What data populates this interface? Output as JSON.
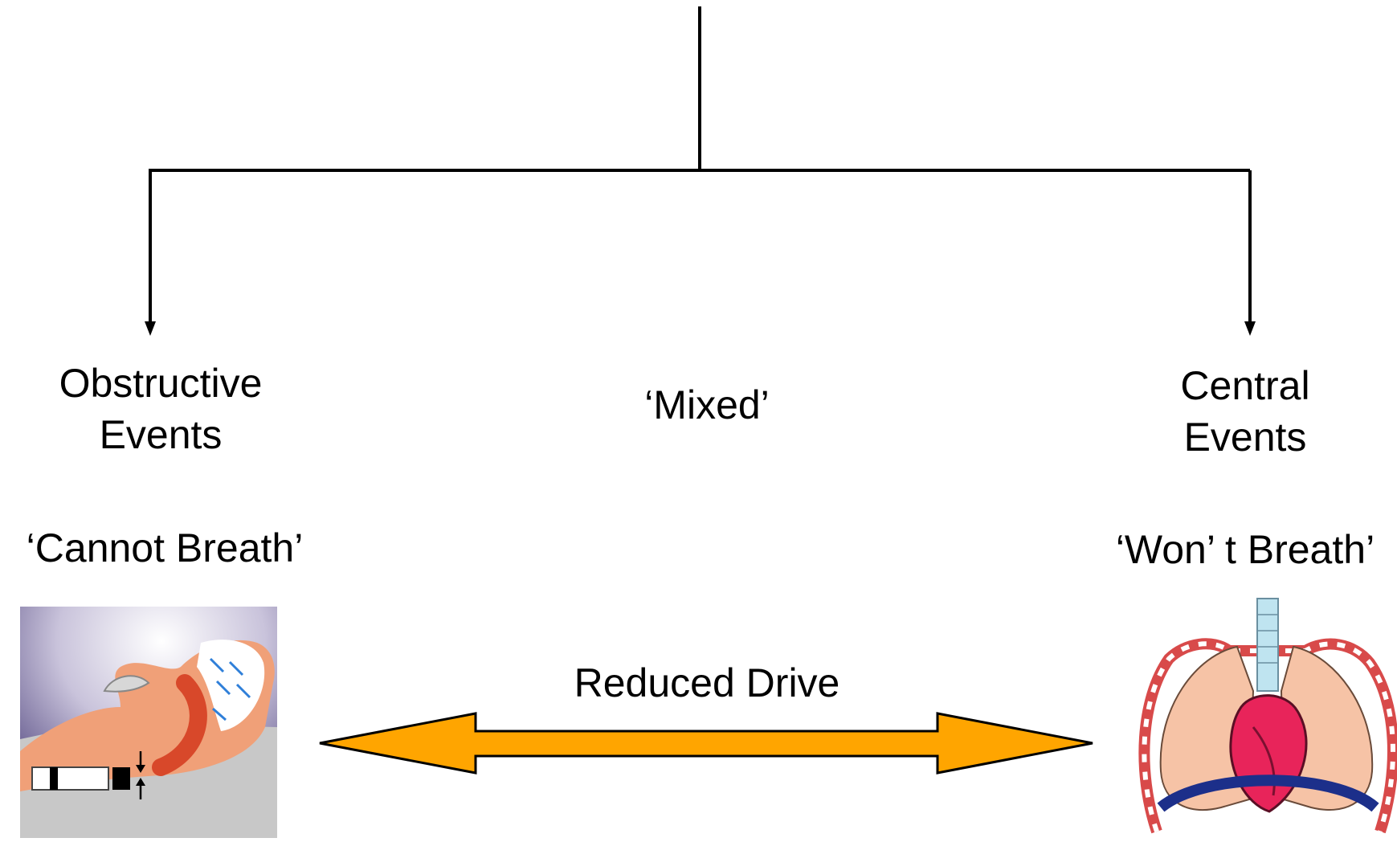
{
  "branches": {
    "left": {
      "title_line1": "Obstructive",
      "title_line2": "Events",
      "description": "‘Cannot Breath’"
    },
    "middle": {
      "title": "‘Mixed’"
    },
    "right": {
      "title_line1": "Central",
      "title_line2": "Events",
      "description": "‘Won’ t Breath’"
    }
  },
  "arrow": {
    "label": "Reduced Drive",
    "fill_color": "#FFA500",
    "stroke_color": "#000000"
  },
  "illustrations": {
    "left": "sleeping-head-airway-obstruction-illustration",
    "right": "heart-lungs-diaphragm-illustration"
  }
}
